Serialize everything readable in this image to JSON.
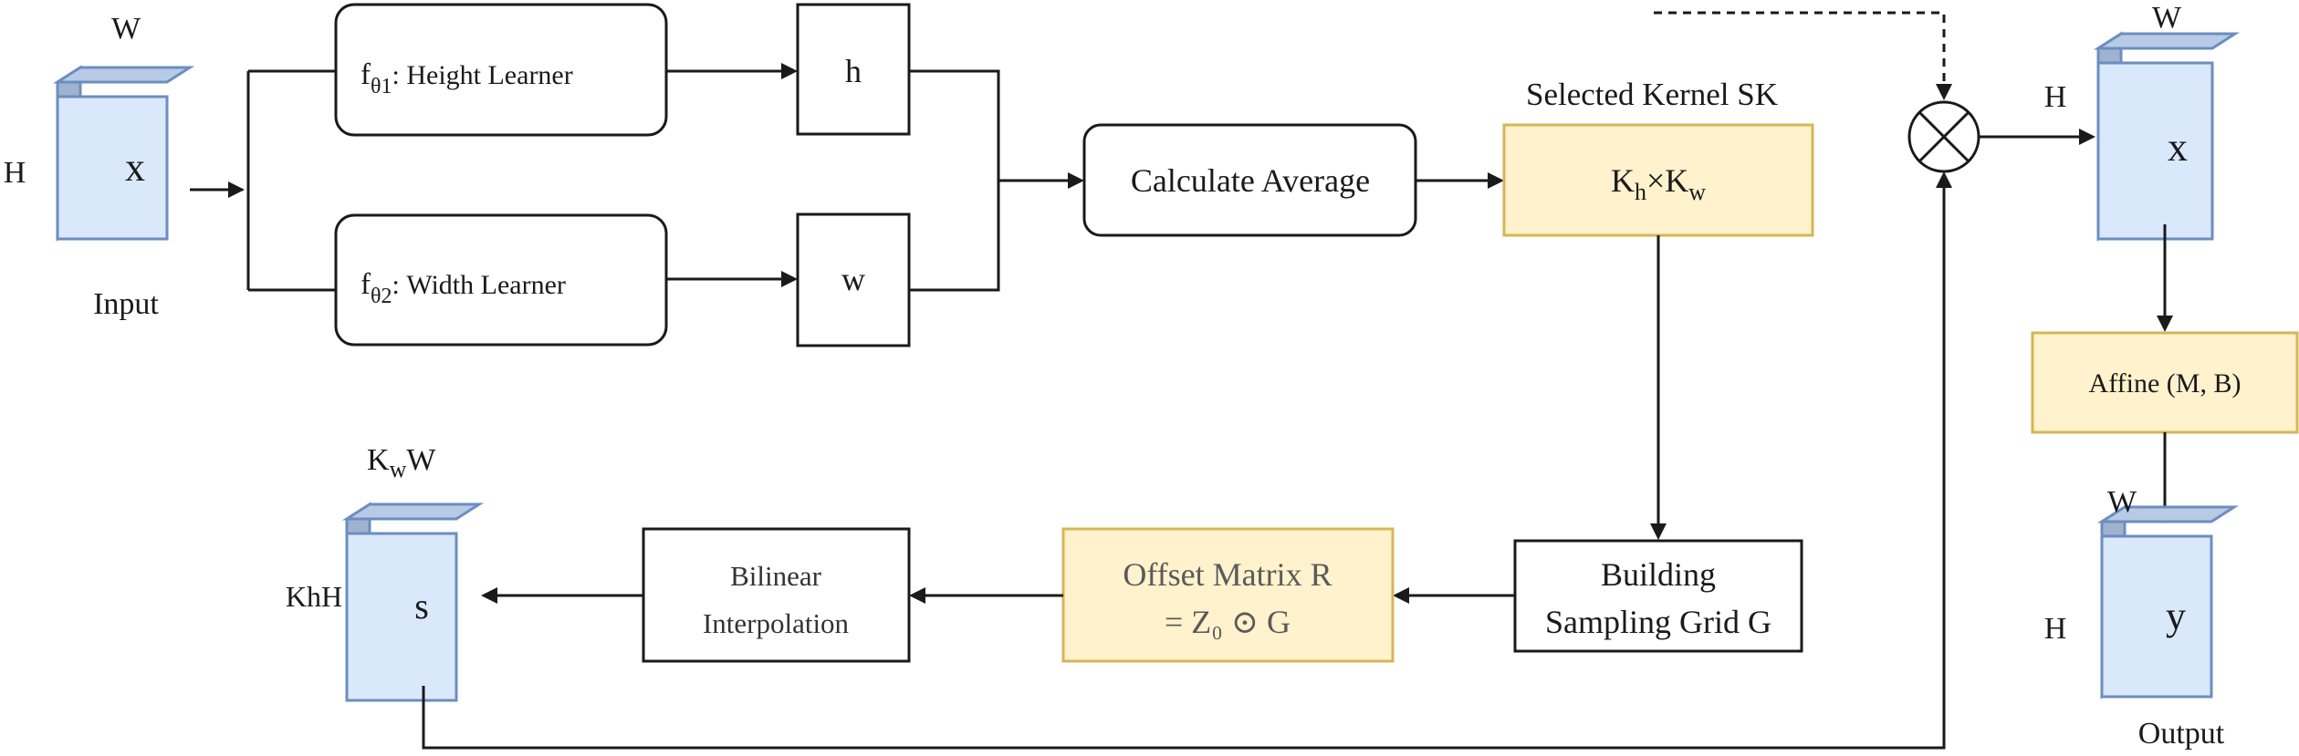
{
  "input_block": {
    "W": "W",
    "H": "H",
    "content": "x",
    "caption": "Input"
  },
  "height_learner": {
    "f": "f",
    "sub": "θ1",
    "text": ":  Height Learner"
  },
  "width_learner": {
    "f": "f",
    "sub": "θ2",
    "text": ":  Width Learner"
  },
  "h_box": "h",
  "w_box": "w",
  "calc_avg": "Calculate Average",
  "selected_kernel": {
    "title": "Selected Kernel SK",
    "K1": "K",
    "sub1": "h",
    "times": "×",
    "K2": "K",
    "sub2": "w"
  },
  "multiply_symbol": "⊗",
  "output_x_block": {
    "W": "W",
    "H": "H",
    "content": "x"
  },
  "affine": "Affine (M, B)",
  "output_y_block": {
    "W": "W",
    "H": "H",
    "content": "y",
    "caption": "Output"
  },
  "building_grid": {
    "line1": "Building",
    "line2": "Sampling Grid G"
  },
  "offset_matrix": {
    "line1": "Offset Matrix R",
    "line2": "= Z₀ ⊙ G"
  },
  "bilinear": {
    "line1": "Bilinear",
    "line2": "Interpolation"
  },
  "s_block": {
    "top_K": "K",
    "top_sub": "w",
    "top_W": "W",
    "left_label": "KhH",
    "content": "s"
  }
}
